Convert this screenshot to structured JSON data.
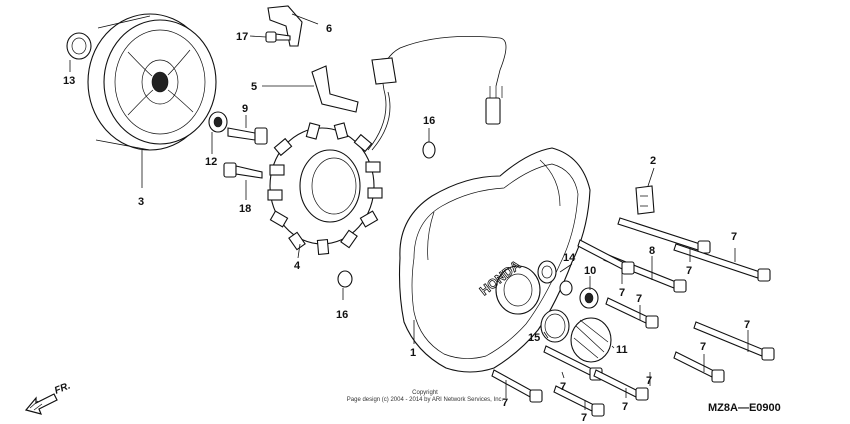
{
  "diagram": {
    "callouts": [
      {
        "id": "c13",
        "label": "13"
      },
      {
        "id": "c17",
        "label": "17"
      },
      {
        "id": "c6",
        "label": "6"
      },
      {
        "id": "c5",
        "label": "5"
      },
      {
        "id": "c9",
        "label": "9"
      },
      {
        "id": "c12",
        "label": "12"
      },
      {
        "id": "c16a",
        "label": "16"
      },
      {
        "id": "c3",
        "label": "3"
      },
      {
        "id": "c18",
        "label": "18"
      },
      {
        "id": "c4",
        "label": "4"
      },
      {
        "id": "c2",
        "label": "2"
      },
      {
        "id": "c7a",
        "label": "7"
      },
      {
        "id": "c8",
        "label": "8"
      },
      {
        "id": "c7b",
        "label": "7"
      },
      {
        "id": "c14",
        "label": "14"
      },
      {
        "id": "c10",
        "label": "10"
      },
      {
        "id": "c7c",
        "label": "7"
      },
      {
        "id": "c7d",
        "label": "7"
      },
      {
        "id": "c16b",
        "label": "16"
      },
      {
        "id": "c7e",
        "label": "7"
      },
      {
        "id": "c15",
        "label": "15"
      },
      {
        "id": "c11",
        "label": "11"
      },
      {
        "id": "c1",
        "label": "1"
      },
      {
        "id": "c7f",
        "label": "7"
      },
      {
        "id": "c7g",
        "label": "7"
      },
      {
        "id": "c7h",
        "label": "7"
      },
      {
        "id": "c7i",
        "label": "7"
      },
      {
        "id": "c7j",
        "label": "7"
      },
      {
        "id": "c7k",
        "label": "7"
      }
    ],
    "cover_brand": "HONDA",
    "direction_label": "FR.",
    "diagram_code": "MZ8A—E0900",
    "copyright_line1": "Copyright",
    "copyright_line2": "Page design (c) 2004 - 2014 by ARI Network Services, Inc."
  }
}
